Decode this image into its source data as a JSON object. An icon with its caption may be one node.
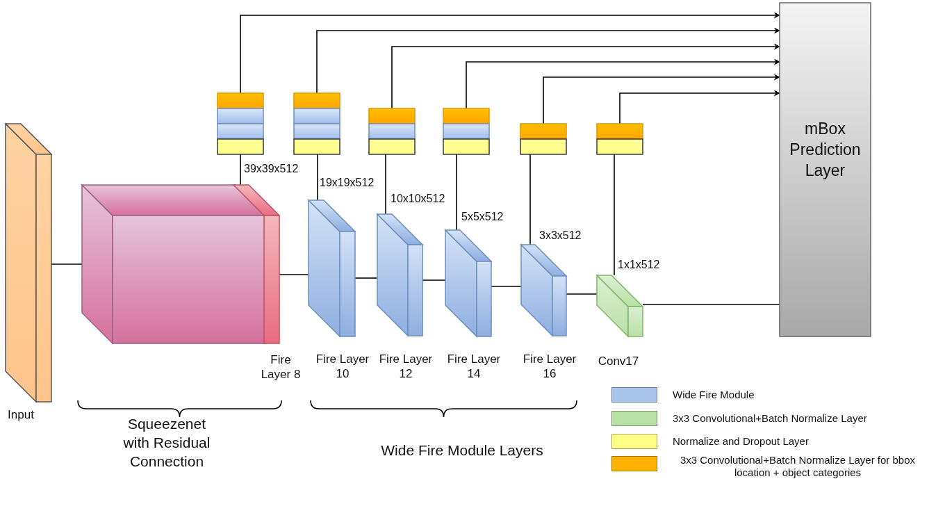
{
  "diagram": {
    "nodes": [
      {
        "text": [
          "Input"
        ]
      },
      {
        "text": [],
        "shape": "box"
      },
      {
        "text": [
          "Fire Layer 8"
        ]
      },
      {
        "text": [
          "Fire Layer 10"
        ]
      },
      {
        "text": [
          "Fire Layer 12"
        ]
      },
      {
        "text": [
          "Fire Layer 14"
        ]
      },
      {
        "text": [
          "Fire Layer 16"
        ]
      },
      {
        "text": [
          "Conv17"
        ]
      },
      {
        "text": [
          "mBox Prediction Layer"
        ]
      },
      {
        "text": [],
        "shape": "box"
      },
      {
        "text": [],
        "shape": "box"
      },
      {
        "text": [],
        "shape": "box"
      },
      {
        "text": [],
        "shape": "box"
      },
      {
        "text": [],
        "shape": "box"
      },
      {
        "text": [],
        "shape": "box"
      }
    ],
    "edges": [
      {
        "from": 0,
        "to": 1,
        "arrow": "none"
      },
      {
        "from": 2,
        "to": 3,
        "arrow": "none"
      },
      {
        "from": 3,
        "to": 4,
        "arrow": "none"
      },
      {
        "from": 4,
        "to": 5,
        "arrow": "none"
      },
      {
        "from": 5,
        "to": 6,
        "arrow": "none"
      },
      {
        "from": 6,
        "to": 7,
        "arrow": "none"
      },
      {
        "from": 7,
        "to": 8,
        "arrow": "none"
      },
      {
        "from": 2,
        "to": 9,
        "label": "39x39x512",
        "arrow": "none"
      },
      {
        "from": 3,
        "to": 10,
        "label": "19x19x512",
        "arrow": "none"
      },
      {
        "from": 4,
        "to": 11,
        "label": "10x10x512",
        "arrow": "none"
      },
      {
        "from": 5,
        "to": 12,
        "label": "5x5x512",
        "arrow": "none"
      },
      {
        "from": 6,
        "to": 13,
        "label": "3x3x512",
        "arrow": "none"
      },
      {
        "from": 7,
        "to": 14,
        "label": "1x1x512",
        "arrow": "none"
      },
      {
        "from": 9,
        "to": 8,
        "arrow": "to"
      },
      {
        "from": 10,
        "to": 8,
        "arrow": "to"
      },
      {
        "from": 11,
        "to": 8,
        "arrow": "to"
      },
      {
        "from": 12,
        "to": 8,
        "arrow": "to"
      },
      {
        "from": 13,
        "to": 8,
        "arrow": "to"
      },
      {
        "from": 14,
        "to": 8,
        "arrow": "to"
      }
    ],
    "labels": [
      "Squeezenet with Residual Connection",
      "Wide Fire Module Layers"
    ],
    "legend": [
      {
        "text": "Wide Fire Module",
        "color": "#a9c4eb"
      },
      {
        "text": "3x3 Convolutional+Batch Normalize Layer",
        "color": "#b9e0a5"
      },
      {
        "text": "Normalize and Dropout Layer",
        "color": "#ffff88"
      },
      {
        "text": "3x3 Convolutional+Batch Normalize Layer for bbox location + object categories",
        "color": "#ffb300"
      }
    ]
  }
}
